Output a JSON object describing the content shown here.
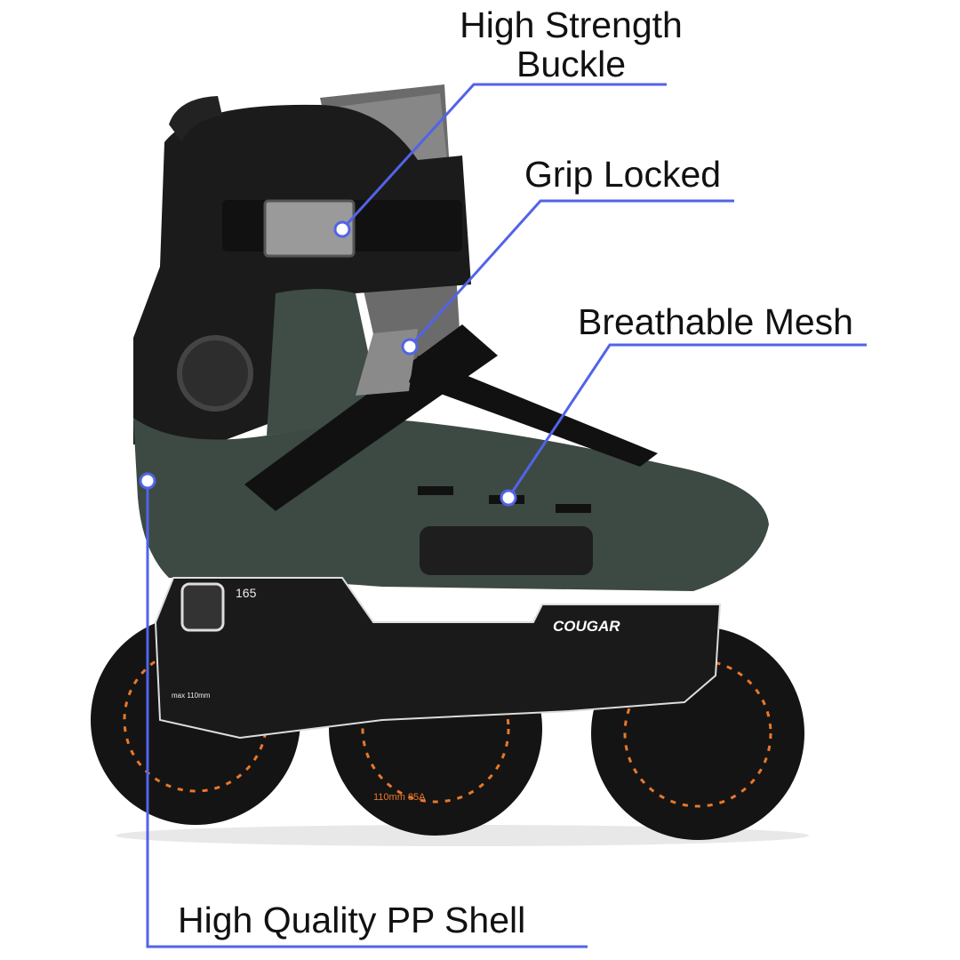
{
  "callouts": {
    "buckle": {
      "line1": "High Strength",
      "line2": "Buckle"
    },
    "grip": "Grip Locked",
    "mesh": "Breathable Mesh",
    "shell": "High Quality PP Shell"
  },
  "product": {
    "frame_size": "165",
    "frame_brand": "COUGAR",
    "frame_max": "max 110mm",
    "wheel_text": "110mm 85A"
  },
  "colors": {
    "callout_line": "#5263e8",
    "shell": "#3c4a43",
    "accent": "#e8782a"
  }
}
